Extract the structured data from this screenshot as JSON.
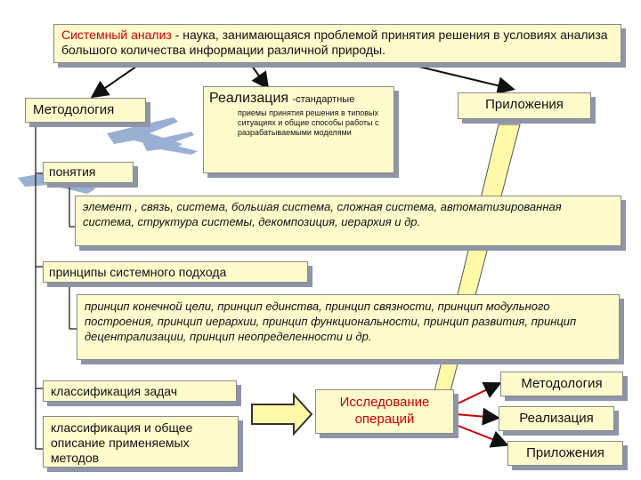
{
  "title": {
    "term": "Системный анализ",
    "rest": " - наука, занимающаяся проблемой принятия решения в условиях анализа большого количества информации различной природы."
  },
  "methodology": "Методология",
  "realization": {
    "title": "Реализация",
    "suffix": "-стандартные",
    "body": "приемы принятия решения в типовых ситуациях и общие способы работы с разрабатываемыми моделями"
  },
  "applications": "Приложения",
  "concepts": {
    "label": "понятия",
    "body": "элемент , связь, система, большая система, сложная система, автоматизированная система, структура системы, декомпозиция, иерархия и др."
  },
  "principles": {
    "label": "принципы системного подхода",
    "body": "принцип конечной цели, принцип единства, принцип связности, принцип модульного построения, принцип иерархии, принцип функциональности, принцип развития, принцип децентрализации, принцип неопределенности и др."
  },
  "task_classification": "классификация задач",
  "method_classification": "классификация и общее описание применяемых методов",
  "operations_research": "Исследование операций",
  "right_items": [
    "Методология",
    "Реализация",
    "Приложения"
  ],
  "colors": {
    "box_fill": "#fffbcc",
    "shadow": "#8f95a8",
    "accent_red": "#cc0000",
    "arrow_fill": "#fff9a8",
    "plane": "#6f8fc0"
  }
}
